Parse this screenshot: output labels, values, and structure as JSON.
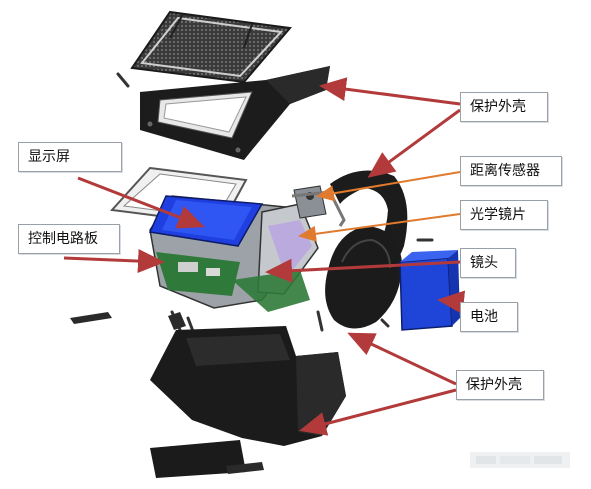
{
  "labels": {
    "shell_top": "保护外壳",
    "display": "显示屏",
    "distance_sensor": "距离传感器",
    "optical_lens": "光学镜片",
    "control_board": "控制电路板",
    "lens": "镜头",
    "battery": "电池",
    "shell_bottom": "保护外壳"
  },
  "colors": {
    "arrow_red": "#b23a3a",
    "arrow_orange": "#e07a2e",
    "display_blue": "#1f3fe0",
    "battery_blue": "#1f45d8",
    "shell_dark": "#1b1b1b",
    "circuit_green": "#2f7a3a"
  }
}
